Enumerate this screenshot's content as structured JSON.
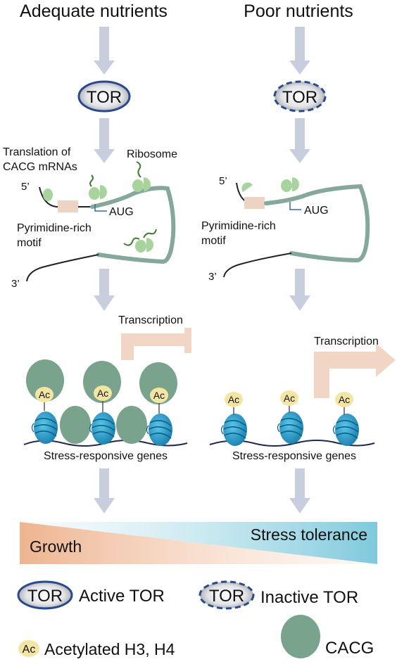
{
  "columns": {
    "left_title": "Adequate nutrients",
    "right_title": "Poor nutrients"
  },
  "tor": {
    "label": "TOR"
  },
  "mrna_left": {
    "translation_label_line1": "Translation of",
    "translation_label_line2": "CACG mRNAs",
    "ribosome_label": "Ribosome",
    "five_prime": "5’",
    "three_prime": "3’",
    "aug": "AUG",
    "motif_line1": "Pyrimidine-rich",
    "motif_line2": "motif"
  },
  "mrna_right": {
    "five_prime": "5’",
    "three_prime": "3’",
    "aug": "AUG",
    "motif_line1": "Pyrimidine-rich",
    "motif_line2": "motif"
  },
  "transcription": {
    "left_label": "Transcription",
    "right_label": "Transcription",
    "ac_label": "Ac",
    "genes_label": "Stress-responsive genes"
  },
  "bottom": {
    "growth_label": "Growth",
    "stress_label": "Stress tolerance"
  },
  "legend": {
    "tor_label": "TOR",
    "active_label": "Active TOR",
    "inactive_label": "Inactive TOR",
    "ac_label": "Ac",
    "acetyl_label": "Acetylated H3, H4",
    "cacg_label": "CACG"
  },
  "colors": {
    "arrow": "#c9cedf",
    "tor_stroke": "#2a4a8f",
    "mrna_coding": "#86a89a",
    "ribosome": "#a7d39c",
    "ribosome_dark": "#3f7a2e",
    "cacg": "#7aa38d",
    "nucleosome": "#1f8fbf",
    "ac": "#f3e6a4",
    "transcription": "#f1d6c6",
    "motif": "#ecd3c4",
    "growth": "#f2c9a9",
    "stress": "#8fd0e0"
  }
}
